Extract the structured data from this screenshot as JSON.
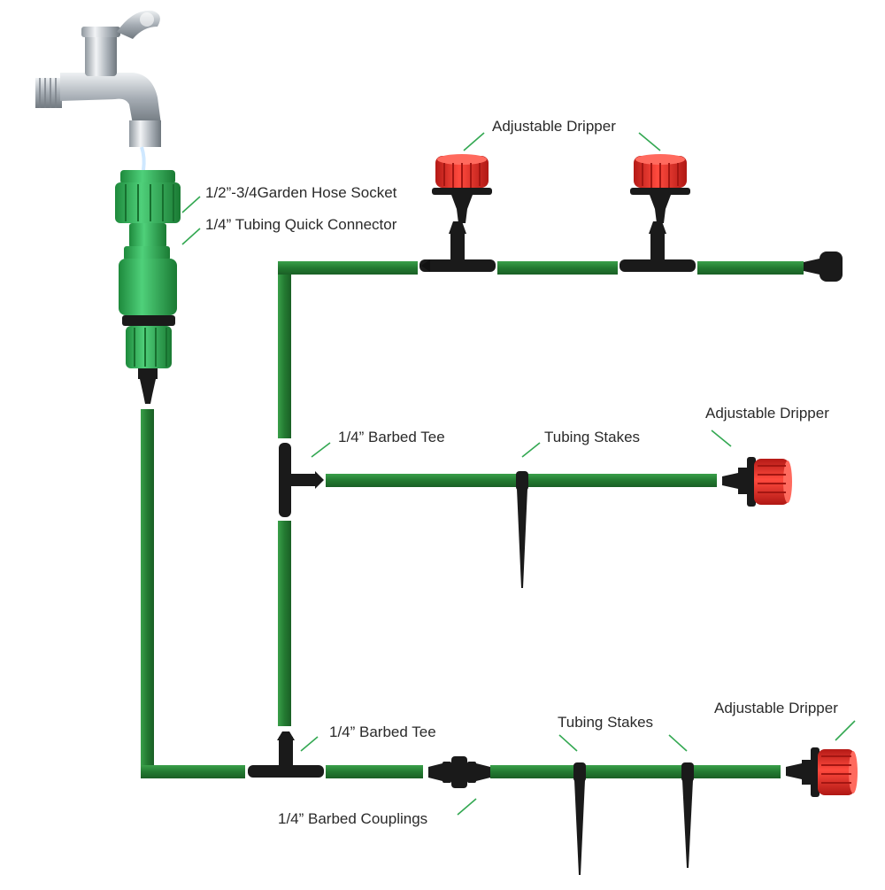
{
  "labels": {
    "dripper_top": "Adjustable Dripper",
    "hose_socket": "1/2”-3/4Garden Hose Socket",
    "quick_connector": "1/4” Tubing Quick Connector",
    "tee_middle": "1/4” Barbed Tee",
    "stakes_middle": "Tubing Stakes",
    "dripper_middle": "Adjustable Dripper",
    "tee_bottom": "1/4” Barbed Tee",
    "stakes_bottom": "Tubing Stakes",
    "dripper_bottom": "Adjustable Dripper",
    "couplings": "1/4” Barbed Couplings"
  },
  "colors": {
    "tubing": "#2e8b3a",
    "tubing_dark": "#1f6e2b",
    "connector_green": "#3cb55a",
    "dripper_red": "#e32b26",
    "fitting_black": "#1a1a1a",
    "faucet_chrome": "#b8bec4"
  }
}
